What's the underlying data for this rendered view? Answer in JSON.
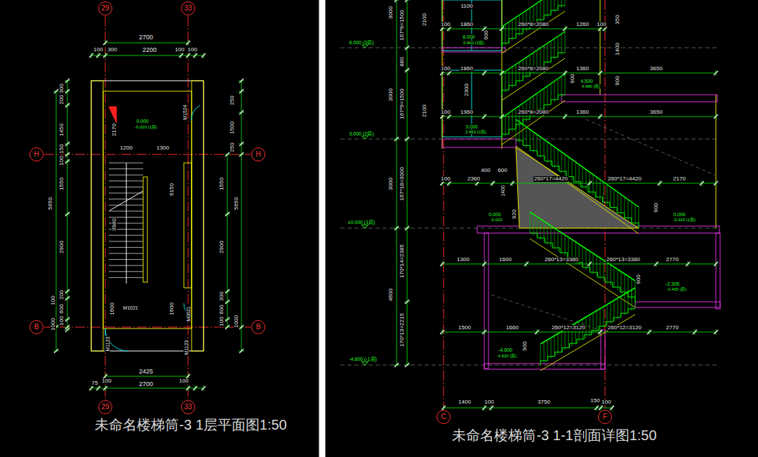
{
  "diagram": {
    "nodes": [
      {
        "text": [
          "29"
        ]
      },
      {
        "text": [
          "33"
        ]
      },
      {
        "text": [
          "H"
        ]
      },
      {
        "text": [
          "H"
        ]
      },
      {
        "text": [
          "B"
        ]
      },
      {
        "text": [
          "B"
        ]
      },
      {
        "text": [
          "29"
        ]
      },
      {
        "text": [
          "33"
        ]
      },
      {
        "text": [
          "C"
        ]
      },
      {
        "text": [
          "F"
        ]
      }
    ],
    "labels": [
      "2700",
      "100",
      "300",
      "2200",
      "100",
      "100",
      "300",
      "200",
      "1450",
      "150",
      "100",
      "1550",
      "2900",
      "5650",
      "200",
      "100",
      "600",
      "100",
      "1000",
      "250",
      "1500",
      "250",
      "1550",
      "5650",
      "2900",
      "300",
      "600",
      "100",
      "1000",
      "2170",
      "1200",
      "1300",
      "6150",
      "3980",
      "0.000",
      "-0.020 (1层)",
      "M1524",
      "1600",
      "M1021",
      "1600",
      "M0621",
      "M1123",
      "M1123",
      "2425",
      "100",
      "100",
      "75",
      "2700",
      "未命名楼梯筒-3 1层平面图1:50",
      "3000",
      "3000",
      "3000",
      "4600",
      "167*9=1500",
      "880",
      "167*9=1500",
      "167*18=3000",
      "170*14=2385",
      "170*13=2215",
      "6.000 (3层)",
      "3.000 (2层)",
      "±0.000 (1层)",
      "-4.600 (-1层)",
      "2100",
      "2100",
      "1100",
      "100",
      "1860",
      "900",
      "260*8=2080",
      "1260",
      "100",
      "350",
      "1400",
      "6.000",
      "5.960 (3层)",
      "100",
      "1860",
      "260*8=2080",
      "1360",
      "3650",
      "900",
      "4.500",
      "4.480 (层)",
      "900",
      "2300",
      "100",
      "1960",
      "260*8=2080",
      "1360",
      "3650",
      "3.000",
      "2.960 (2层)",
      "400",
      "600",
      "100",
      "2360",
      "260*17=4420",
      "260*17=4420",
      "2170",
      "1400",
      "0.000",
      "-0.020",
      "920",
      "900",
      "0.000",
      "-0.020 (1层)",
      "1300",
      "1600",
      "260*13=3380",
      "260*13=3380",
      "2770",
      "900",
      "-2.305",
      "-2.405 (层)",
      "1500",
      "1660",
      "260*12=3120",
      "260*12=3120",
      "2770",
      "900",
      "-4.600",
      "-4.620 (层)",
      "1400",
      "100",
      "3750",
      "150",
      "100",
      "未命名楼梯筒-3 1-1剖面详图1:50"
    ]
  }
}
